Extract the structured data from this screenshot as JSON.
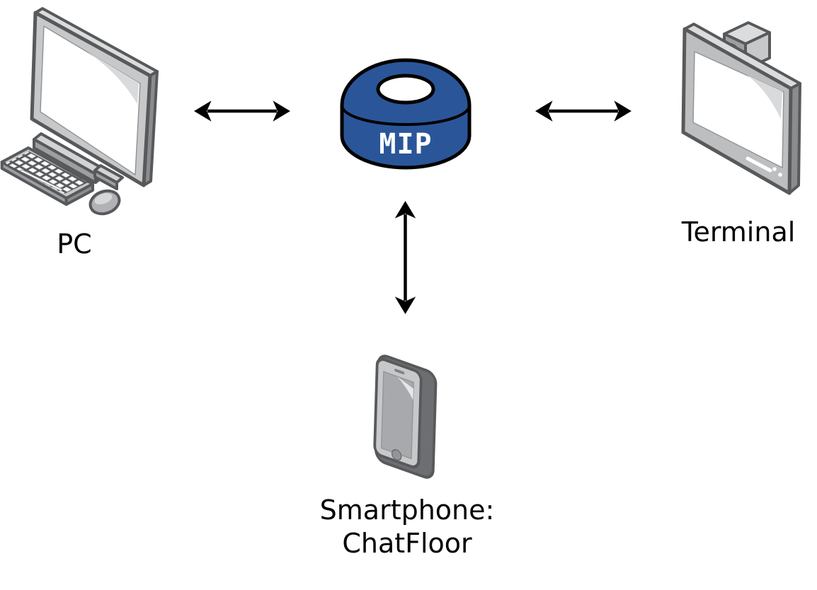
{
  "diagram": {
    "background_color": "#ffffff",
    "nodes": {
      "pc": {
        "label": "PC",
        "icon": "desktop-pc-icon"
      },
      "mip": {
        "label": "MIP",
        "icon": "mip-ring-icon",
        "fill_color": "#2a5699",
        "text_color": "#ffffff",
        "outline_color": "#000000"
      },
      "terminal": {
        "label": "Terminal",
        "icon": "video-terminal-icon"
      },
      "smartphone": {
        "label_line1": "Smartphone:",
        "label_line2": "ChatFloor",
        "icon": "smartphone-icon"
      }
    },
    "edges": [
      {
        "from": "PC",
        "to": "MIP",
        "style": "double-headed-arrow"
      },
      {
        "from": "MIP",
        "to": "Terminal",
        "style": "double-headed-arrow"
      },
      {
        "from": "MIP",
        "to": "Smartphone: ChatFloor",
        "style": "double-headed-arrow"
      }
    ],
    "colors": {
      "arrow_black": "#000000",
      "device_light_gray": "#c7c8ca",
      "device_mid_gray": "#a7a9ac",
      "device_dark_gray": "#58595b",
      "phone_side_gray": "#6d6e71",
      "screen_white": "#ffffff"
    }
  }
}
